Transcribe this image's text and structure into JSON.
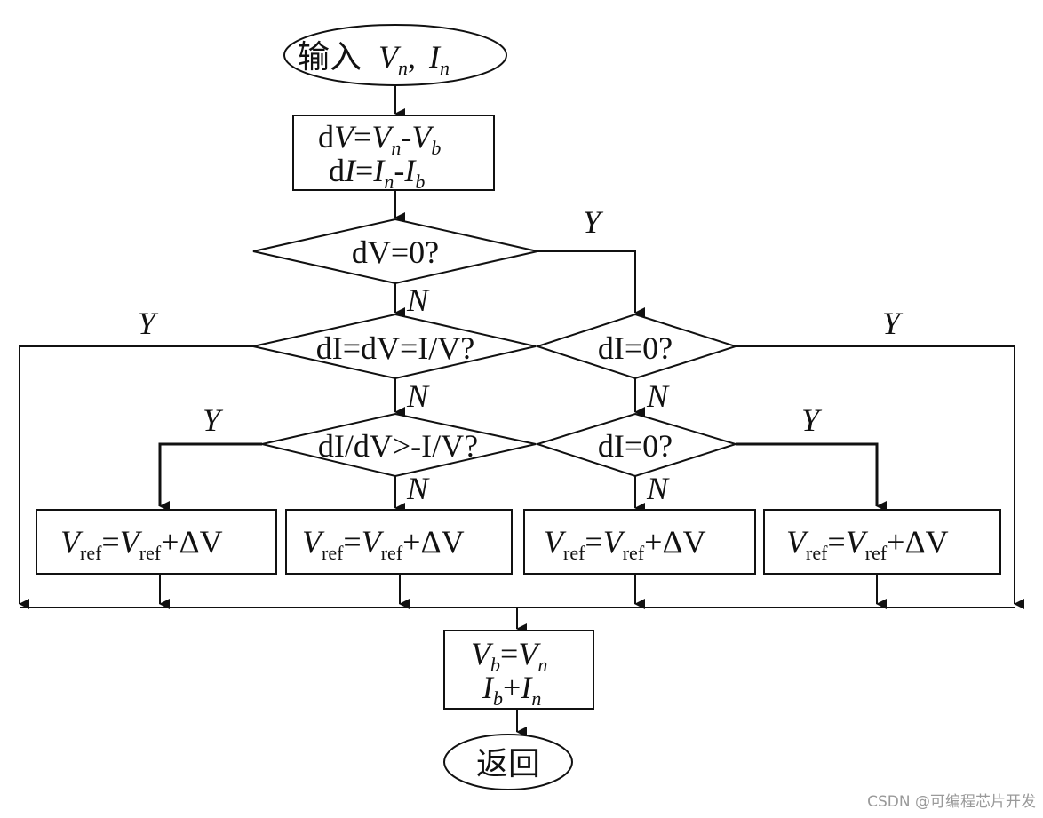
{
  "nodes": {
    "start": {
      "cn": "输入",
      "v": "V",
      "n": "n",
      "i": "I"
    },
    "diff": {
      "line1": {
        "d": "d",
        "v": "V",
        "eq": "=",
        "vn": "V",
        "n": "n",
        "minus": "-",
        "vb": "V",
        "b": "b"
      },
      "line2": {
        "d": "d",
        "i": "I",
        "eq": "=",
        "in": "I",
        "n": "n",
        "minus": "-",
        "ib": "I",
        "b": "b"
      }
    },
    "dec_dv0": {
      "text": "dV=0?"
    },
    "dec_di_eq": {
      "text": "dI=dV=I/V?"
    },
    "dec_di_gt": {
      "text": "dI/dV>-I/V?"
    },
    "dec_di0_a": {
      "text": "dI=0?"
    },
    "dec_di0_b": {
      "text": "dI=0?"
    },
    "update": {
      "v": "V",
      "ref": "ref",
      "eq": "=",
      "plus": "+ΔV"
    },
    "assign": {
      "line1_v": "V",
      "b": "b",
      "eq": "=",
      "line1_vn": "V",
      "n": "n",
      "line2_i": "I",
      "plus": "+",
      "line2_in": "I"
    },
    "end": {
      "cn": "返回"
    }
  },
  "branch_labels": {
    "yes": "Y",
    "no": "N"
  },
  "watermark": "CSDN @可编程芯片开发"
}
